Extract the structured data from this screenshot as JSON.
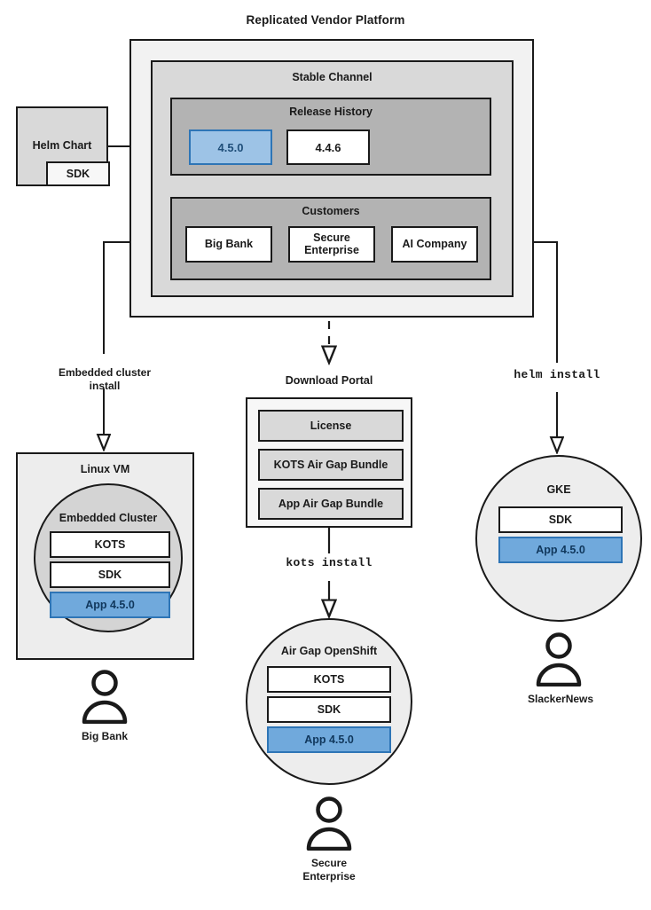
{
  "title": "Replicated Vendor Platform",
  "source": {
    "label": "Helm Chart",
    "sdk_label": "SDK"
  },
  "platform": {
    "channel_title": "Stable Channel",
    "release_history": {
      "title": "Release History",
      "releases": [
        {
          "version": "4.5.0",
          "highlighted": true
        },
        {
          "version": "4.4.6",
          "highlighted": false
        }
      ]
    },
    "customers": {
      "title": "Customers",
      "items": [
        {
          "name": "Big Bank"
        },
        {
          "name": "Secure\nEnterprise"
        },
        {
          "name": "AI Company"
        }
      ]
    }
  },
  "edges": {
    "embedded_install": "Embedded cluster\ninstall",
    "kots_install": "kots install",
    "helm_install": "helm install"
  },
  "targets": {
    "linux_vm": {
      "title": "Linux VM",
      "cluster_title": "Embedded Cluster",
      "stack": [
        {
          "label": "KOTS",
          "highlighted": false
        },
        {
          "label": "SDK",
          "highlighted": false
        },
        {
          "label": "App 4.5.0",
          "highlighted": true
        }
      ],
      "user": "Big Bank"
    },
    "download_portal": {
      "title": "Download Portal",
      "artifacts": [
        {
          "label": "License"
        },
        {
          "label": "KOTS Air Gap Bundle"
        },
        {
          "label": "App Air Gap Bundle"
        }
      ]
    },
    "openshift": {
      "title": "Air Gap OpenShift",
      "stack": [
        {
          "label": "KOTS",
          "highlighted": false
        },
        {
          "label": "SDK",
          "highlighted": false
        },
        {
          "label": "App 4.5.0",
          "highlighted": true
        }
      ],
      "user": "Secure\nEnterprise"
    },
    "gke": {
      "title": "GKE",
      "stack": [
        {
          "label": "SDK",
          "highlighted": false
        },
        {
          "label": "App 4.5.0",
          "highlighted": true
        }
      ],
      "user": "SlackerNews"
    }
  },
  "colors": {
    "accent_blue_fill": "#9dc3e6",
    "accent_blue_border": "#2e75b6",
    "accent_blue_text": "#1f4e79",
    "app_blue_fill": "#70a9dc",
    "panel_outer": "#f2f2f2",
    "panel_mid": "#d9d9d9",
    "panel_inner": "#b3b3b3",
    "stroke": "#1a1a1a"
  }
}
